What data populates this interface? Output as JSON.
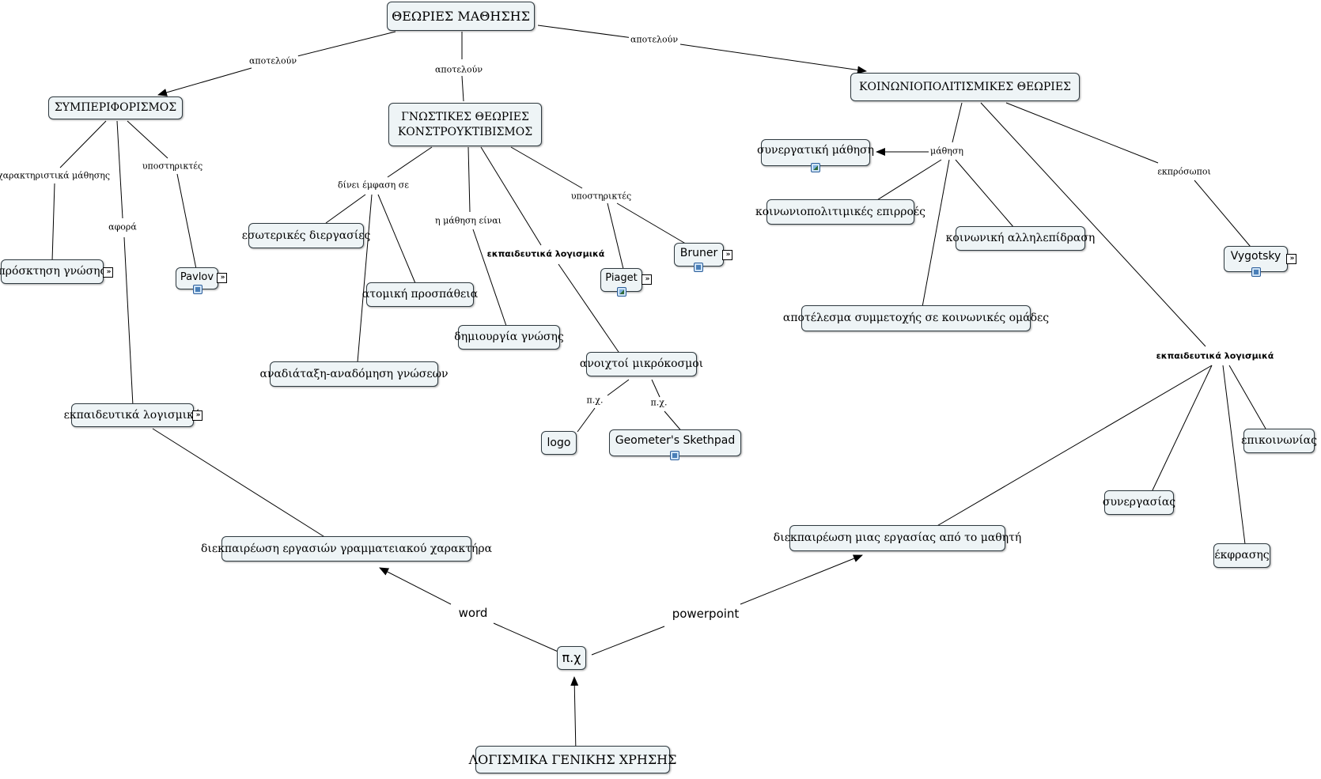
{
  "nodes": {
    "root": "ΘΕΩΡΙΕΣ ΜΑΘΗΣΗΣ",
    "behaviorism": "ΣΥΜΠΕΡΙΦΟΡΙΣΜΟΣ",
    "cognitive_line1": "ΓΝΩΣΤΙΚΕΣ ΘΕΩΡΙΕΣ",
    "cognitive_line2": "ΚΟΝΣΤΡΟΥΚΤΙΒΙΣΜΟΣ",
    "sociocultural": "ΚΟΙΝΩΝΙΟΠΟΛΙΤΙΣΜΙΚΕΣ ΘΕΩΡΙΕΣ",
    "knowledge_acquisition": "πρόσκτηση γνώσης",
    "pavlov": "Pavlov",
    "edu_software_beh": "εκπαιδευτικά λογισμικά",
    "internal_processes": "εσωτερικές διεργασίες",
    "individual_effort": "ατομική προσπάθεια",
    "restructuring": "αναδιάταξη-αναδόμηση γνώσεων",
    "knowledge_creation": "δημιουργία γνώσης",
    "piaget": "Piaget",
    "bruner": "Bruner",
    "microworlds": "ανοιχτοί μικρόκοσμοι",
    "logo": "logo",
    "geometers": "Geometer's Skethpad",
    "collaborative": "συνεργατική μάθηση",
    "socio_influences": "κοινωνιοπολιτιμικές επιρροές",
    "social_interaction": "κοινωνική αλληλεπίδραση",
    "participation": "αποτέλεσμα συμμετοχής σε κοινωνικές ομάδες",
    "vygotsky": "Vygotsky",
    "communication": "επικοινωνίας",
    "cooperation": "συνεργασίας",
    "expression": "έκφρασης",
    "clerical_tasks": "διεκπαιρέωση εργασιών γραμματειακού χαρακτήρα",
    "student_task": "διεκπαιρέωση μιας εργασίας από το μαθητή",
    "pch": "π.χ",
    "general_software": "ΛΟΓΙΣΜΙΚΑ ΓΕΝΙΚΗΣ ΧΡΗΣΗΣ"
  },
  "links": {
    "constitute_left": "αποτελούν",
    "constitute_mid": "αποτελούν",
    "constitute_right": "αποτελούν",
    "learning_characteristics": "χαρακτηριστικά μάθησης",
    "concerns": "αφορά",
    "supporters_beh": "υποστηρικτές",
    "emphasis_on": "δίνει έμφαση σε",
    "learning_is": "η μάθηση είναι",
    "edu_software_cog": "εκπαιδευτικά λογισμικά",
    "supporters_cog": "υποστηρικτές",
    "eg_logo": "π.χ.",
    "eg_geometers": "π.χ.",
    "learning_soc": "μάθηση",
    "representatives": "εκπρόσωποι",
    "edu_software_soc": "εκπαιδευτικά λογισμικά",
    "word": "word",
    "powerpoint": "powerpoint"
  },
  "colors": {
    "node_fill": "#eef4f6",
    "node_border": "#2f3a40",
    "edge": "#000000"
  },
  "icons": {
    "expand": "expand-arrows-icon",
    "resource_doc": "document-resource-icon",
    "resource_img": "image-resource-icon"
  }
}
